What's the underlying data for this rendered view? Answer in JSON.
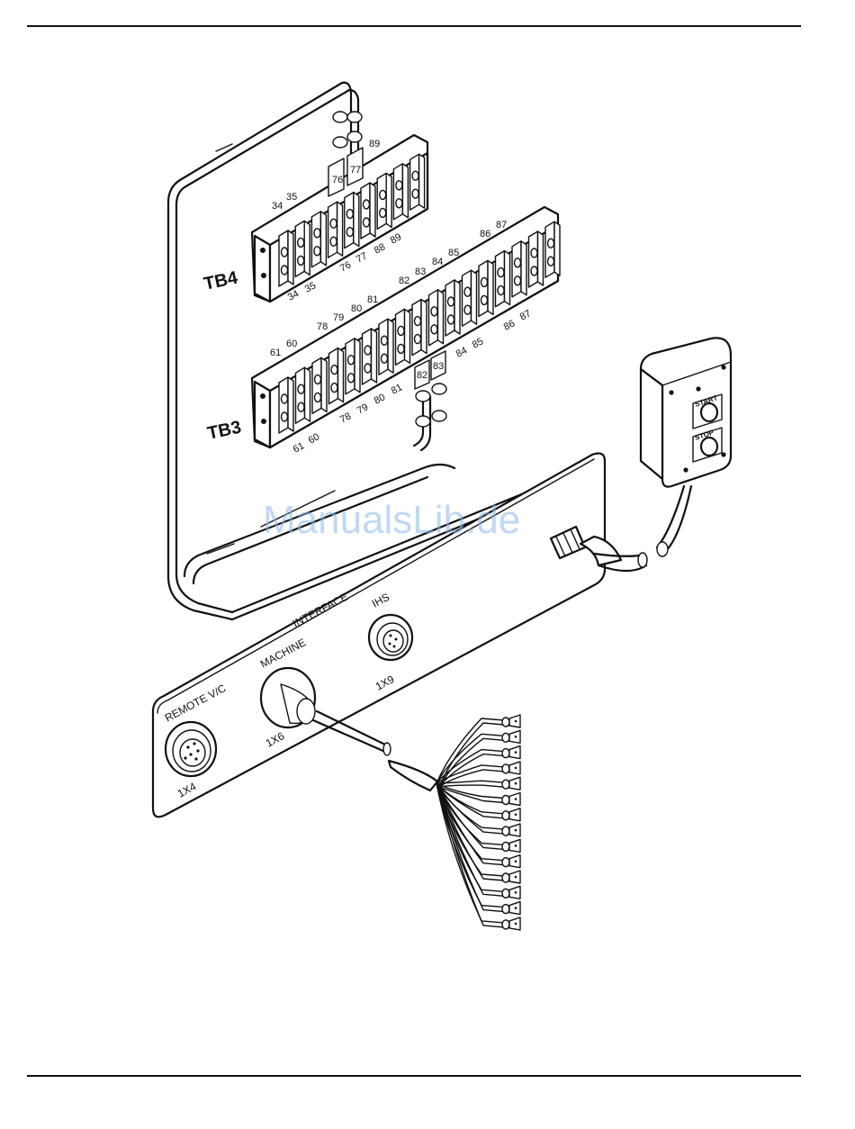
{
  "diagram": {
    "terminal_blocks": {
      "tb4": {
        "label": "TB4",
        "top_labels": [
          "34",
          "35",
          "89"
        ],
        "bottom_labels": [
          "34",
          "35",
          "76",
          "77",
          "88",
          "89"
        ],
        "jumper_labels": [
          "76",
          "77"
        ]
      },
      "tb3": {
        "label": "TB3",
        "top_labels": [
          "61",
          "60",
          "78",
          "79",
          "80",
          "81",
          "82",
          "83",
          "84",
          "85",
          "86",
          "87"
        ],
        "bottom_labels": [
          "61",
          "60",
          "78",
          "79",
          "80",
          "81",
          "84",
          "85",
          "86",
          "87"
        ],
        "jumper_labels": [
          "82",
          "83"
        ]
      }
    },
    "panel": {
      "interface_label": "INTERFACE",
      "connectors": [
        {
          "name": "REMOTE V/C",
          "id": "1X4"
        },
        {
          "name": "MACHINE",
          "id": "1X6"
        },
        {
          "name": "IHS",
          "id": "1X9"
        }
      ]
    },
    "pendant": {
      "buttons": [
        "START",
        "STOP"
      ]
    },
    "watermark": "ManualsLib.de"
  }
}
